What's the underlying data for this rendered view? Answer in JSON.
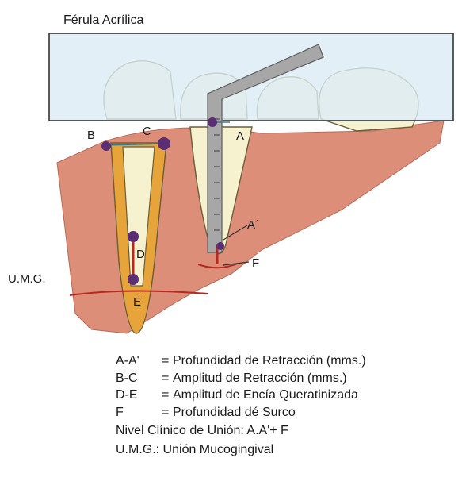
{
  "diagram": {
    "title": "Férula Acrílica",
    "points": [
      "A",
      "A´",
      "B",
      "C",
      "D",
      "E",
      "F"
    ],
    "umg_label": "U.M.G.",
    "colors": {
      "splint": "#dcecf4",
      "gingiva": "#dc8e78",
      "tooth": "#f6f1cf",
      "root_highlight": "#e7a43a",
      "marker": "#5b2e74",
      "junction_line": "#b8281e",
      "probe": "#a7a7a7"
    }
  },
  "legend": [
    {
      "key": "A-A'",
      "eq": "=",
      "text": "Profundidad de Retracción (mms.)"
    },
    {
      "key": "B-C",
      "eq": "=",
      "text": "Amplitud de Retracción (mms.)"
    },
    {
      "key": "D-E",
      "eq": "=",
      "text": "Amplitud de Encía Queratinizada"
    },
    {
      "key": "F",
      "eq": "=",
      "text": "Profundidad dé Surco"
    }
  ],
  "notes": {
    "clinical_level": "Nivel Clínico de Unión: A.A'+ F",
    "umg_def": "U.M.G.: Unión Mucogingival"
  }
}
